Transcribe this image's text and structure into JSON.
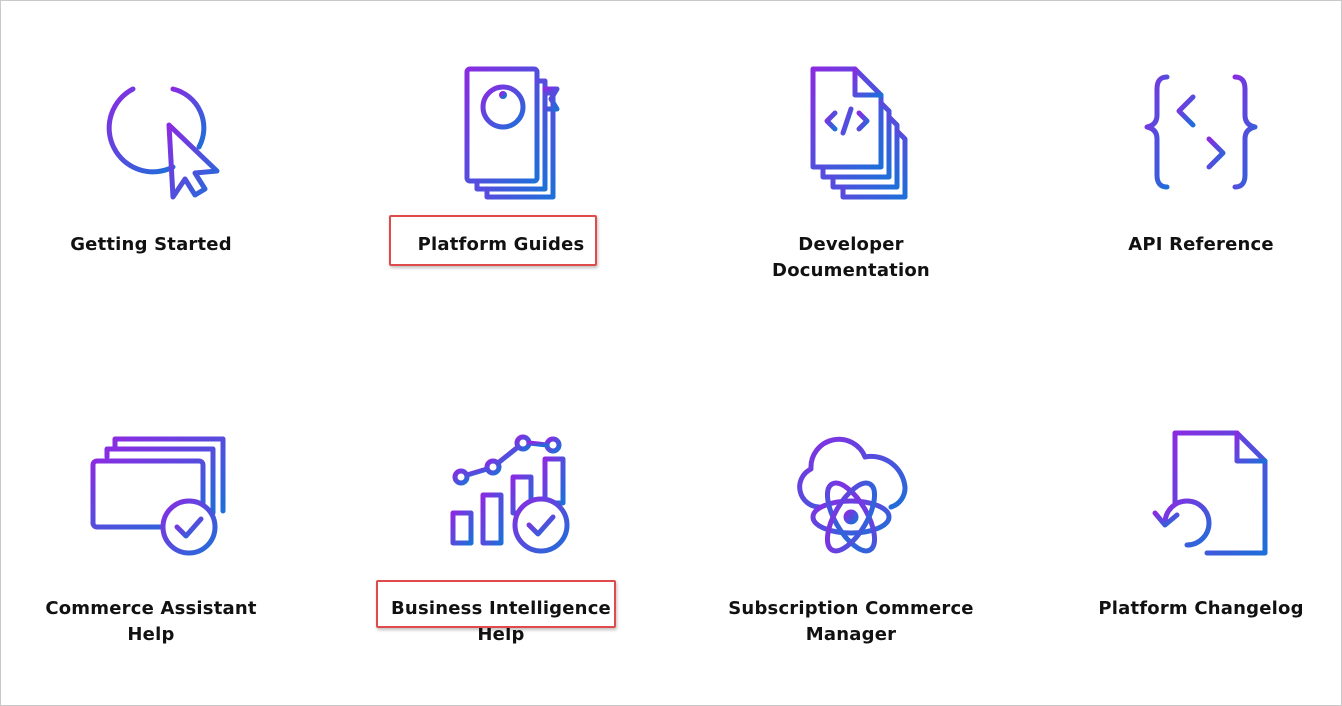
{
  "colors": {
    "gradient_start": "#8a2be2",
    "gradient_end": "#1e6fd9",
    "highlight": "#e04a4a",
    "text": "#111111"
  },
  "tiles": [
    {
      "label_line1": "Getting Started",
      "label_line2": "",
      "icon": "power-cursor-icon"
    },
    {
      "label_line1": "Platform Guides",
      "label_line2": "",
      "icon": "info-notebook-icon"
    },
    {
      "label_line1": "Developer",
      "label_line2": "Documentation",
      "icon": "code-document-icon"
    },
    {
      "label_line1": "API Reference",
      "label_line2": "",
      "icon": "api-braces-arrows-icon"
    },
    {
      "label_line1": "Commerce Assistant",
      "label_line2": "Help",
      "icon": "cards-check-icon"
    },
    {
      "label_line1": "Business Intelligence",
      "label_line2": "Help",
      "icon": "chart-check-icon"
    },
    {
      "label_line1": "Subscription Commerce",
      "label_line2": "Manager",
      "icon": "cloud-atom-icon"
    },
    {
      "label_line1": "Platform Changelog",
      "label_line2": "",
      "icon": "changelog-document-icon"
    }
  ]
}
